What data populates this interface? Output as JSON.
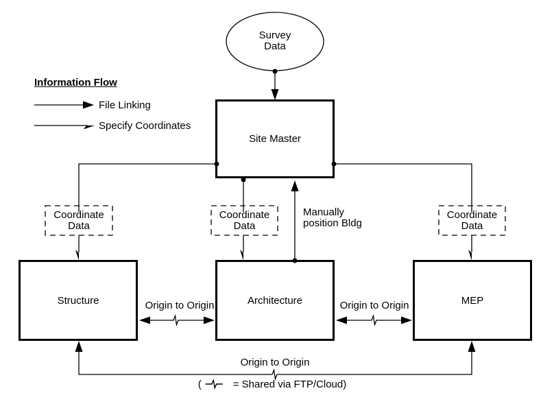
{
  "legend": {
    "title": "Information Flow",
    "items": [
      {
        "label": "File Linking"
      },
      {
        "label": "Specify Coordinates"
      }
    ]
  },
  "nodes": {
    "survey_data": {
      "lines": [
        "Survey",
        "Data"
      ]
    },
    "site_master": {
      "label": "Site Master"
    },
    "coordinate_data_left": {
      "lines": [
        "Coordinate",
        "Data"
      ]
    },
    "coordinate_data_middle": {
      "lines": [
        "Coordinate",
        "Data"
      ]
    },
    "coordinate_data_right": {
      "lines": [
        "Coordinate",
        "Data"
      ]
    },
    "structure": {
      "label": "Structure"
    },
    "architecture": {
      "label": "Architecture"
    },
    "mep": {
      "label": "MEP"
    }
  },
  "edge_labels": {
    "manually_position": {
      "lines": [
        "Manually",
        "position Bldg"
      ]
    },
    "origin_structure_architecture": "Origin to Origin",
    "origin_architecture_mep": "Origin to Origin",
    "origin_structure_mep": "Origin to Origin",
    "ftp_note_prefix": "(",
    "ftp_note_suffix": "= Shared via FTP/Cloud)"
  },
  "colors": {
    "ink": "#000000",
    "background": "#ffffff"
  }
}
